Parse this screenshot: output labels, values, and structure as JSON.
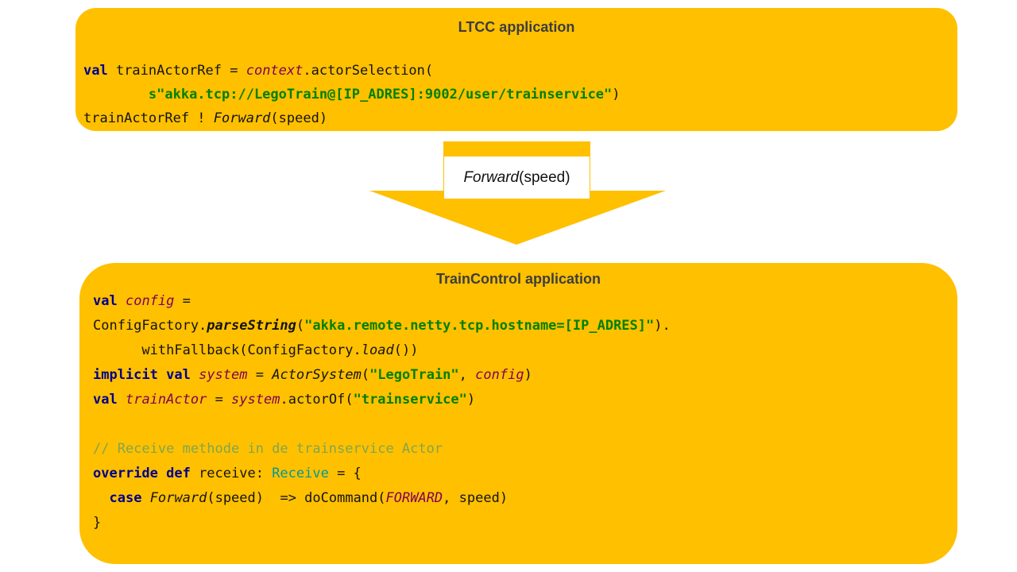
{
  "colors": {
    "box_fill": "#FFC000",
    "keyword": "#00008B",
    "string": "#008000",
    "identifier_italic": "#7F0055",
    "comment": "#7FA650",
    "type_annotation": "#009999",
    "background": "#FFFFFF"
  },
  "top_box": {
    "title": "LTCC application",
    "code": [
      [
        {
          "t": "val",
          "s": "kw"
        },
        {
          "t": " trainActorRef = ",
          "s": "p"
        },
        {
          "t": "context",
          "s": "im"
        },
        {
          "t": ".actorSelection(",
          "s": "p"
        }
      ],
      [
        {
          "t": "        ",
          "s": "p"
        },
        {
          "t": "s\"akka.tcp://LegoTrain@[IP_ADRES]:9002/user/trainservice\"",
          "s": "str"
        },
        {
          "t": ")",
          "s": "p"
        }
      ],
      [
        {
          "t": "trainActorRef ! ",
          "s": "p"
        },
        {
          "t": "Forward",
          "s": "ib"
        },
        {
          "t": "(speed)",
          "s": "p"
        }
      ]
    ]
  },
  "arrow": {
    "label": [
      {
        "t": "Forward",
        "s": "ib"
      },
      {
        "t": "(speed)",
        "s": "p"
      }
    ]
  },
  "bottom_box": {
    "title": "TrainControl application",
    "code": [
      [
        {
          "t": "val",
          "s": "kw"
        },
        {
          "t": " ",
          "s": "p"
        },
        {
          "t": "config",
          "s": "im"
        },
        {
          "t": " =",
          "s": "p"
        }
      ],
      [
        {
          "t": "ConfigFactory.",
          "s": "p"
        },
        {
          "t": "parseString",
          "s": "bib"
        },
        {
          "t": "(",
          "s": "p"
        },
        {
          "t": "\"akka.remote.netty.tcp.hostname=[IP_ADRES]\"",
          "s": "str"
        },
        {
          "t": ").",
          "s": "p"
        }
      ],
      [
        {
          "t": "      withFallback(ConfigFactory.",
          "s": "p"
        },
        {
          "t": "load",
          "s": "ib"
        },
        {
          "t": "())",
          "s": "p"
        }
      ],
      [
        {
          "t": "implicit val",
          "s": "kw"
        },
        {
          "t": " ",
          "s": "p"
        },
        {
          "t": "system",
          "s": "im"
        },
        {
          "t": " = ",
          "s": "p"
        },
        {
          "t": "ActorSystem",
          "s": "ib"
        },
        {
          "t": "(",
          "s": "p"
        },
        {
          "t": "\"LegoTrain\"",
          "s": "str"
        },
        {
          "t": ", ",
          "s": "p"
        },
        {
          "t": "config",
          "s": "im"
        },
        {
          "t": ")",
          "s": "p"
        }
      ],
      [
        {
          "t": "val",
          "s": "kw"
        },
        {
          "t": " ",
          "s": "p"
        },
        {
          "t": "trainActor",
          "s": "im"
        },
        {
          "t": " = ",
          "s": "p"
        },
        {
          "t": "system",
          "s": "im"
        },
        {
          "t": ".actorOf(",
          "s": "p"
        },
        {
          "t": "\"trainservice\"",
          "s": "str"
        },
        {
          "t": ")",
          "s": "p"
        }
      ],
      [],
      [
        {
          "t": "// Receive methode in de trainservice Actor",
          "s": "cm"
        }
      ],
      [
        {
          "t": "override def",
          "s": "kw"
        },
        {
          "t": " receive: ",
          "s": "p"
        },
        {
          "t": "Receive",
          "s": "ty"
        },
        {
          "t": " = {",
          "s": "p"
        }
      ],
      [
        {
          "t": "  ",
          "s": "p"
        },
        {
          "t": "case",
          "s": "kw"
        },
        {
          "t": " ",
          "s": "p"
        },
        {
          "t": "Forward",
          "s": "ib"
        },
        {
          "t": "(speed)  => doCommand(",
          "s": "p"
        },
        {
          "t": "FORWARD",
          "s": "im"
        },
        {
          "t": ", speed)",
          "s": "p"
        }
      ],
      [
        {
          "t": "}",
          "s": "p"
        }
      ]
    ]
  }
}
